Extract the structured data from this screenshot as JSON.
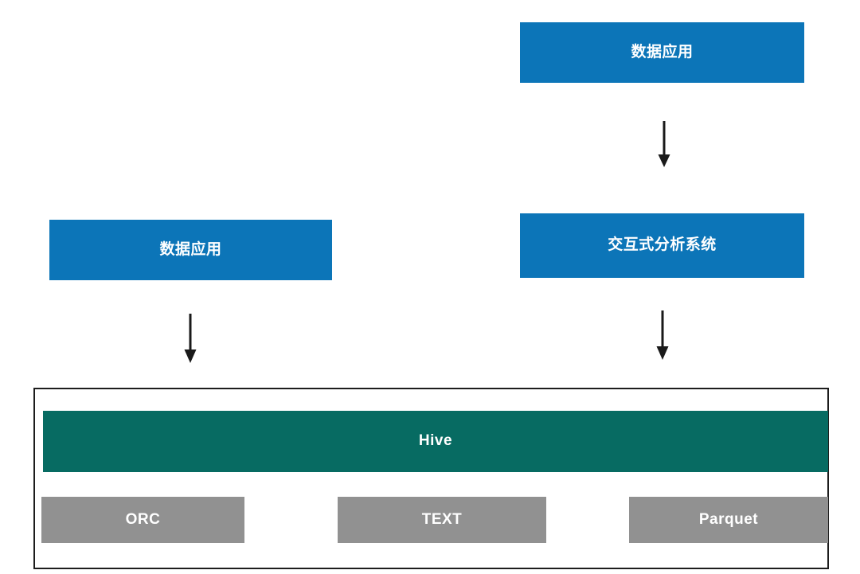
{
  "diagram": {
    "title": "Hive data storage and application architecture",
    "colors": {
      "blue": "#0C75B8",
      "teal": "#076B62",
      "gray": "#919191",
      "border": "#1d1d1d",
      "arrow": "#1a1a1a",
      "background": "#ffffff",
      "node_text": "#ffffff"
    },
    "nodes": {
      "top_application": {
        "label": "数据应用",
        "color": "#0C75B8"
      },
      "left_application": {
        "label": "数据应用",
        "color": "#0C75B8"
      },
      "interactive_analysis": {
        "label": "交互式分析系统",
        "color": "#0C75B8"
      },
      "hive": {
        "label": "Hive",
        "color": "#076B62"
      },
      "orc": {
        "label": "ORC",
        "color": "#919191"
      },
      "text": {
        "label": "TEXT",
        "color": "#919191"
      },
      "parquet": {
        "label": "Parquet",
        "color": "#919191"
      }
    },
    "arrows": [
      {
        "name": "top-application-to-interactive-analysis",
        "direction": "down",
        "from": "top_application",
        "to": "interactive_analysis"
      },
      {
        "name": "left-application-to-hive",
        "direction": "down",
        "from": "left_application",
        "to": "hive"
      },
      {
        "name": "interactive-analysis-to-hive",
        "direction": "down",
        "from": "interactive_analysis",
        "to": "hive"
      }
    ]
  }
}
